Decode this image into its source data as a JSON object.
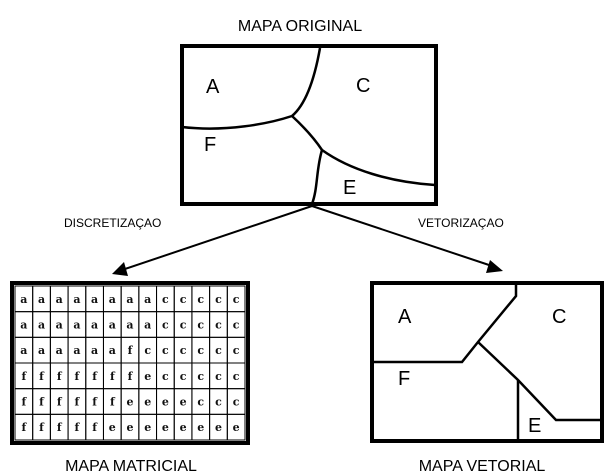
{
  "titles": {
    "original": "MAPA ORIGINAL",
    "raster": "MAPA MATRICIAL",
    "vector": "MAPA VETORIAL",
    "left_arrow": "DISCRETIZAÇAO",
    "right_arrow": "VETORIZAÇAO"
  },
  "original_map": {
    "regions": [
      "A",
      "C",
      "F",
      "E"
    ]
  },
  "vector_map": {
    "regions": [
      "A",
      "C",
      "F",
      "E"
    ]
  },
  "raster_map": {
    "rows": [
      [
        "a",
        "a",
        "a",
        "a",
        "a",
        "a",
        "a",
        "a",
        "c",
        "c",
        "c",
        "c",
        "c"
      ],
      [
        "a",
        "a",
        "a",
        "a",
        "a",
        "a",
        "a",
        "a",
        "c",
        "c",
        "c",
        "c",
        "c"
      ],
      [
        "a",
        "a",
        "a",
        "a",
        "a",
        "a",
        "f",
        "c",
        "c",
        "c",
        "c",
        "c",
        "c"
      ],
      [
        "f",
        "f",
        "f",
        "f",
        "f",
        "f",
        "f",
        "e",
        "c",
        "c",
        "c",
        "c",
        "c"
      ],
      [
        "f",
        "f",
        "f",
        "f",
        "f",
        "f",
        "e",
        "e",
        "e",
        "e",
        "c",
        "c",
        "c"
      ],
      [
        "f",
        "f",
        "f",
        "f",
        "f",
        "e",
        "e",
        "e",
        "e",
        "e",
        "e",
        "e",
        "e"
      ]
    ]
  },
  "colors": {
    "ink": "#000000",
    "background": "#ffffff"
  }
}
